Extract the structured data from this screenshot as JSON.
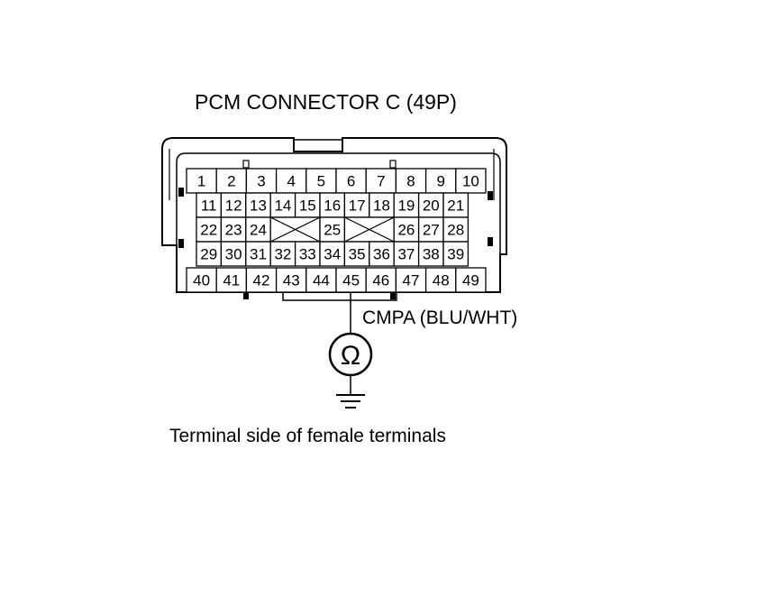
{
  "diagram": {
    "title": "PCM CONNECTOR C (49P)",
    "probe_label": "CMPA (BLU/WHT)",
    "meter_symbol": "Ω",
    "caption": "Terminal side of female terminals",
    "pins": {
      "row1": [
        "1",
        "2",
        "3",
        "4",
        "5",
        "6",
        "7",
        "8",
        "9",
        "10"
      ],
      "row2": [
        "11",
        "12",
        "13",
        "14",
        "15",
        "16",
        "17",
        "18",
        "19",
        "20",
        "21"
      ],
      "row3_left": [
        "22",
        "23",
        "24"
      ],
      "row3_mid": [
        "25"
      ],
      "row3_right": [
        "26",
        "27",
        "28"
      ],
      "row4": [
        "29",
        "30",
        "31",
        "32",
        "33",
        "34",
        "35",
        "36",
        "37",
        "38",
        "39"
      ],
      "row5": [
        "40",
        "41",
        "42",
        "43",
        "44",
        "45",
        "46",
        "47",
        "48",
        "49"
      ]
    },
    "probed_pin": "45"
  }
}
